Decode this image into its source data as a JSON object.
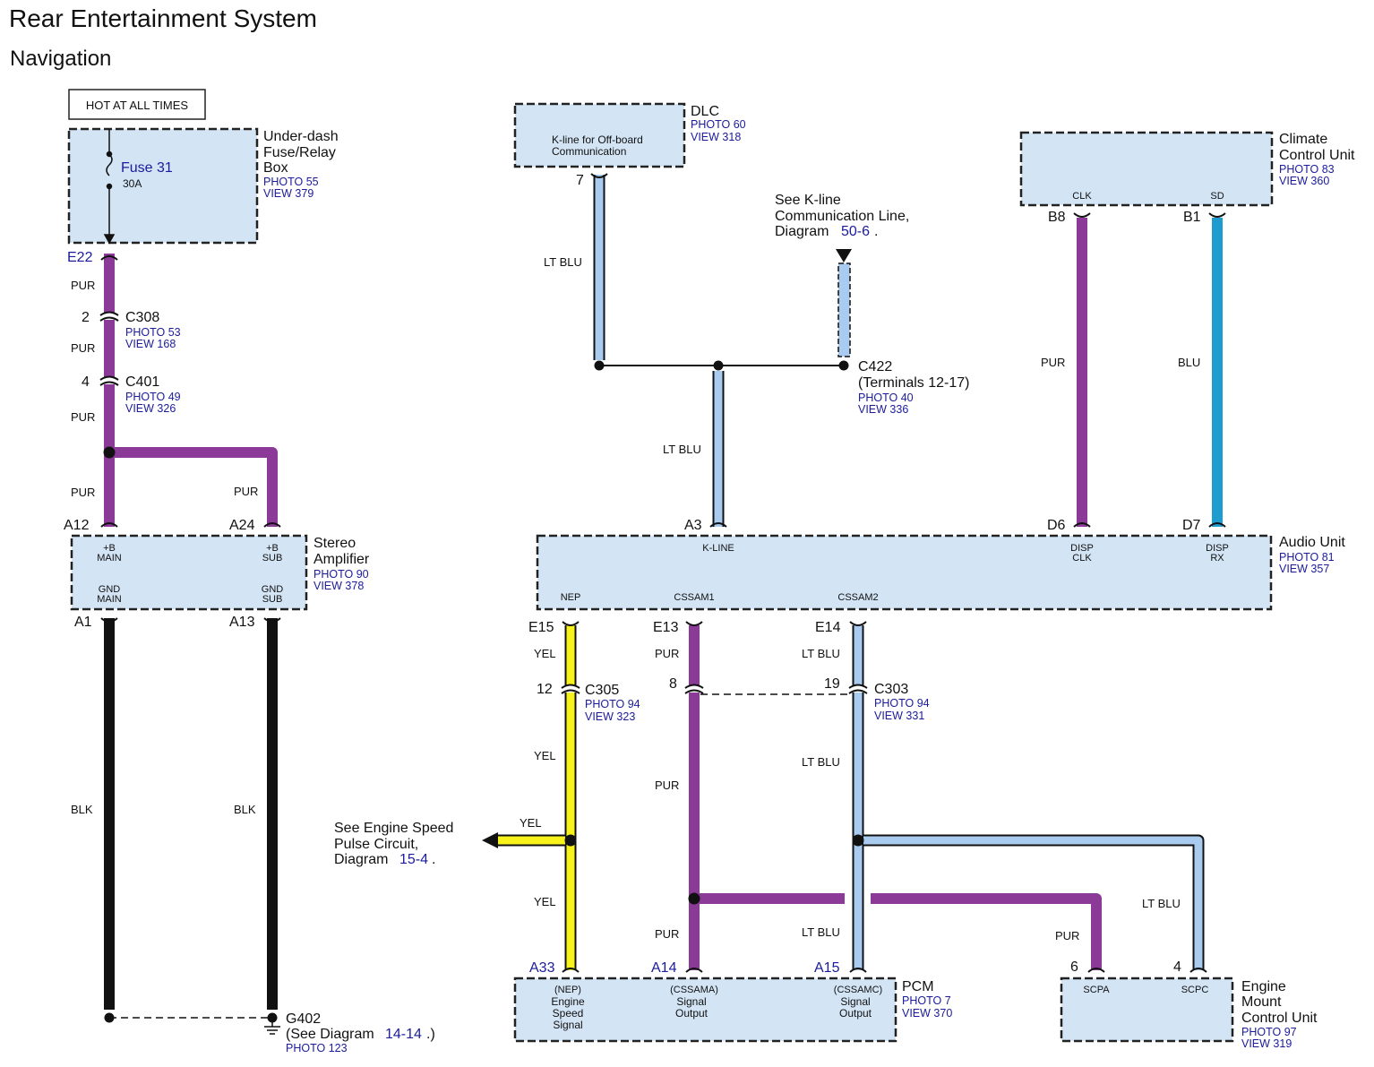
{
  "header": {
    "title": "Rear Entertainment System",
    "subtitle": "Navigation"
  },
  "hot_label": "HOT AT ALL TIMES",
  "components": {
    "fuse_box": {
      "name": [
        "Under-dash",
        "Fuse/Relay",
        "Box"
      ],
      "photo": "PHOTO 55",
      "view": "VIEW 379",
      "fuse": "Fuse 31",
      "rating": "30A",
      "pin": "E22"
    },
    "dlc": {
      "name": "DLC",
      "photo": "PHOTO 60",
      "view": "VIEW 318",
      "inner": [
        "K-line for Off-board",
        "Communication"
      ],
      "pin": "7"
    },
    "climate": {
      "name": [
        "Climate",
        "Control Unit"
      ],
      "photo": "PHOTO 83",
      "view": "VIEW 360",
      "pins": [
        {
          "pin": "B8",
          "label": "CLK"
        },
        {
          "pin": "B1",
          "label": "SD"
        }
      ]
    },
    "amplifier": {
      "name": [
        "Stereo",
        "Amplifier"
      ],
      "photo": "PHOTO 90",
      "view": "VIEW 378",
      "top_pins": [
        {
          "pin": "A12",
          "label": [
            "+B",
            "MAIN"
          ]
        },
        {
          "pin": "A24",
          "label": [
            "+B",
            "SUB"
          ]
        }
      ],
      "bottom_pins": [
        {
          "pin": "A1",
          "label": [
            "GND",
            "MAIN"
          ]
        },
        {
          "pin": "A13",
          "label": [
            "GND",
            "SUB"
          ]
        }
      ]
    },
    "audio": {
      "name": "Audio Unit",
      "photo": "PHOTO 81",
      "view": "VIEW 357",
      "top_pins": [
        {
          "pin": "A3",
          "label": [
            "K-LINE"
          ]
        },
        {
          "pin": "D6",
          "label": [
            "DISP",
            "CLK"
          ]
        },
        {
          "pin": "D7",
          "label": [
            "DISP",
            "RX"
          ]
        }
      ],
      "bottom_pins": [
        {
          "pin": "E15",
          "label": "NEP"
        },
        {
          "pin": "E13",
          "label": "CSSAM1"
        },
        {
          "pin": "E14",
          "label": "CSSAM2"
        }
      ]
    },
    "pcm": {
      "name": "PCM",
      "photo": "PHOTO 7",
      "view": "VIEW 370",
      "pins": [
        {
          "pin": "A33",
          "label": [
            "(NEP)",
            "Engine",
            "Speed",
            "Signal"
          ]
        },
        {
          "pin": "A14",
          "label": [
            "(CSSAMA)",
            "Signal",
            "Output"
          ]
        },
        {
          "pin": "A15",
          "label": [
            "(CSSAMC)",
            "Signal",
            "Output"
          ]
        }
      ]
    },
    "engine_mount": {
      "name": [
        "Engine",
        "Mount",
        "Control Unit"
      ],
      "photo": "PHOTO 97",
      "view": "VIEW 319",
      "pins": [
        {
          "pin": "6",
          "label": "SCPA"
        },
        {
          "pin": "4",
          "label": "SCPC"
        }
      ]
    }
  },
  "connectors": {
    "c308": {
      "name": "C308",
      "pin": "2",
      "photo": "PHOTO 53",
      "view": "VIEW 168"
    },
    "c401": {
      "name": "C401",
      "pin": "4",
      "photo": "PHOTO 49",
      "view": "VIEW 326"
    },
    "c422": {
      "name": "C422",
      "desc": "(Terminals 12-17)",
      "photo": "PHOTO 40",
      "view": "VIEW 336"
    },
    "c305": {
      "name": "C305",
      "pin": "12",
      "photo": "PHOTO 94",
      "view": "VIEW 323"
    },
    "c303": {
      "name": "C303",
      "pin_a": "8",
      "pin_b": "19",
      "photo": "PHOTO 94",
      "view": "VIEW 331"
    },
    "g402": {
      "name": "G402",
      "desc_pre": "(See Diagram",
      "desc_link": "14-14",
      "desc_post": ".)",
      "photo": "PHOTO 123"
    }
  },
  "notes": {
    "kline": {
      "lines": [
        "See K-line",
        "Communication Line,"
      ],
      "prefix": "Diagram ",
      "link": "50-6",
      "suffix": "."
    },
    "engine_speed": {
      "lines": [
        "See Engine Speed",
        "Pulse Circuit,"
      ],
      "prefix": "Diagram ",
      "link": "15-4",
      "suffix": "."
    }
  },
  "wire_colors": {
    "PUR": "#8b3a98",
    "LT BLU": "#a9cbef",
    "BLU": "#1e9cd0",
    "YEL": "#f7f21a",
    "BLK": "#111111"
  },
  "wire_labels": {
    "pur": "PUR",
    "ltblu": "LT BLU",
    "blu": "BLU",
    "yel": "YEL",
    "blk": "BLK"
  }
}
